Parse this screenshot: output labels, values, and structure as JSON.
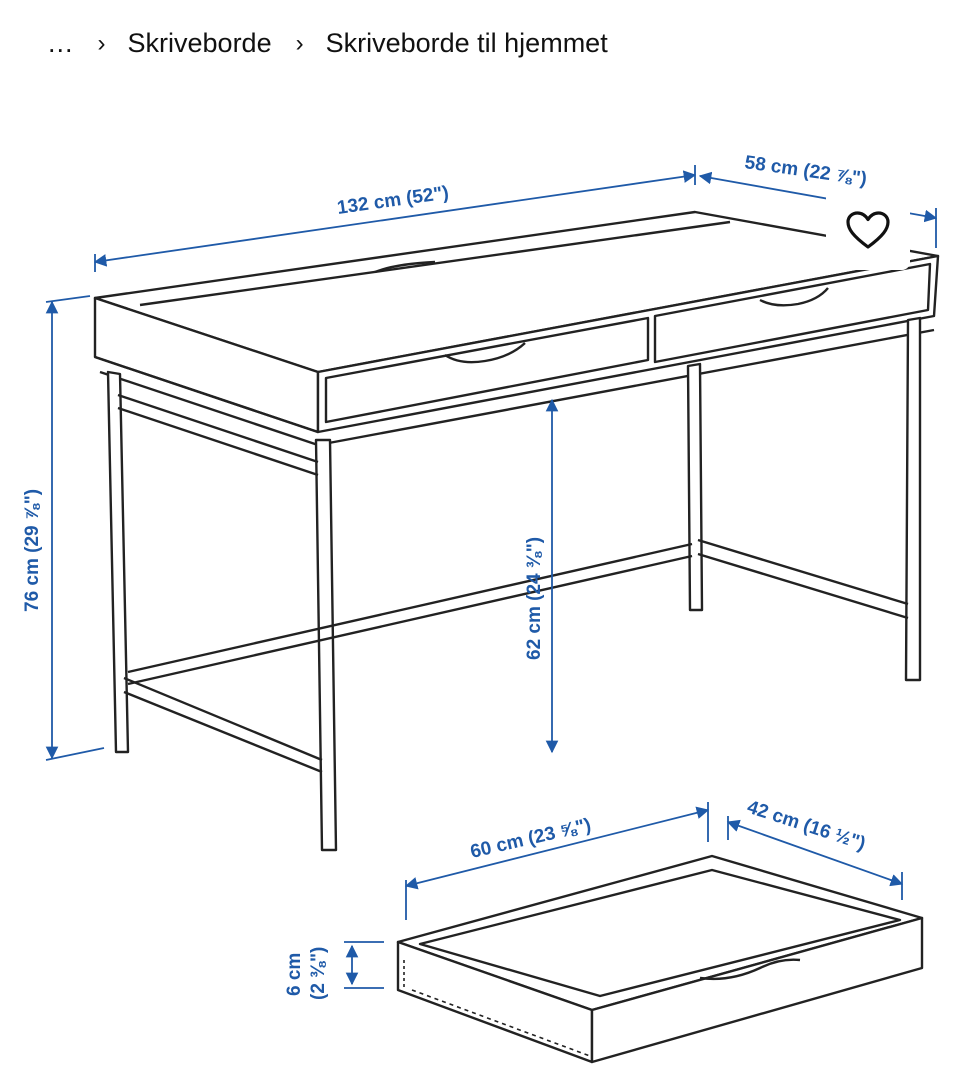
{
  "breadcrumb": {
    "ellipsis": "...",
    "separator": "›",
    "items": [
      {
        "label": "Skriveborde"
      },
      {
        "label": "Skriveborde til hjemmet"
      }
    ]
  },
  "favorite": {
    "icon": "heart-icon"
  },
  "dimensions": {
    "width": "132 cm (52\")",
    "depth": "58 cm (22 ⅞\")",
    "height": "76 cm (29 ⅞\")",
    "under_height": "62 cm (24 ⅜\")",
    "drawer_width": "60 cm (23 ⅝\")",
    "drawer_depth": "42 cm (16 ½\")",
    "drawer_height_cm": "6 cm",
    "drawer_height_in": "(2 ⅜\")"
  },
  "colors": {
    "dimension_blue": "#1f5aa8",
    "line_dark": "#222222"
  }
}
